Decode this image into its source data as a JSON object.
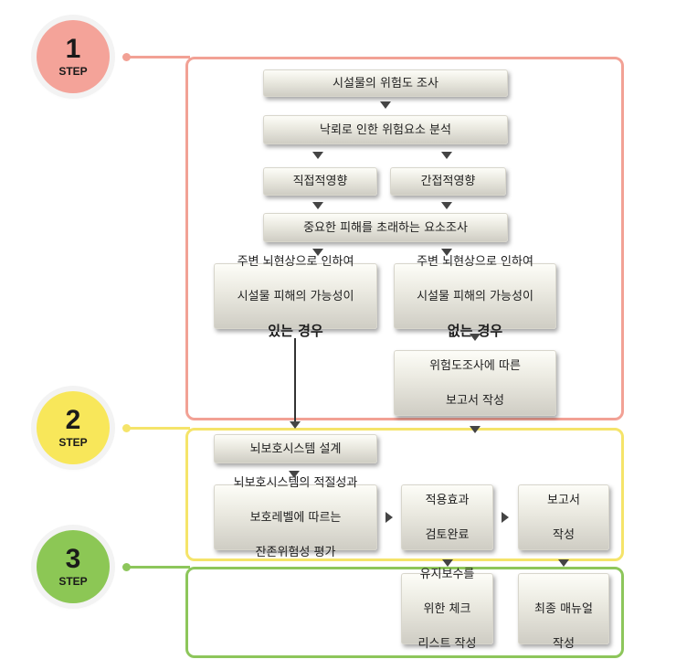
{
  "steps": [
    {
      "number": "1",
      "label": "STEP",
      "color": "#f4a399"
    },
    {
      "number": "2",
      "label": "STEP",
      "color": "#f8e75a"
    },
    {
      "number": "3",
      "label": "STEP",
      "color": "#8cc755"
    }
  ],
  "frame_colors": {
    "step1": "#f2a195",
    "step2": "#f5e46a",
    "step3": "#8dc65b"
  },
  "step1": {
    "survey": "시설물의 위험도 조사",
    "analysis": "낙뢰로 인한 위험요소 분석",
    "direct": "직접적영향",
    "indirect": "간접적영향",
    "important": "중요한 피해를 초래하는 요소조사",
    "case_yes_line1": "주변 뇌현상으로 인하여",
    "case_yes_line2": "시설물 피해의 가능성이",
    "case_yes_line3": "있는 경우",
    "case_no_line1": "주변 뇌현상으로 인하여",
    "case_no_line2": "시설물 피해의 가능성이",
    "case_no_line3": "없는 경우",
    "report_line1": "위험도조사에 따른",
    "report_line2": "보고서 작성"
  },
  "step2": {
    "design": "뇌보호시스템 설계",
    "eval_line1": "뇌보호시스템의 적절성과",
    "eval_line2": "보호레벨에 따르는",
    "eval_line3": "잔존위험성 평가",
    "review_line1": "적용효과",
    "review_line2": "검토완료",
    "report_line1": "보고서",
    "report_line2": "작성"
  },
  "step3": {
    "checklist_line1": "유지보수를",
    "checklist_line2": "위한 체크",
    "checklist_line3": "리스트 작성",
    "manual_line1": "최종 매뉴얼",
    "manual_line2": "작성"
  }
}
